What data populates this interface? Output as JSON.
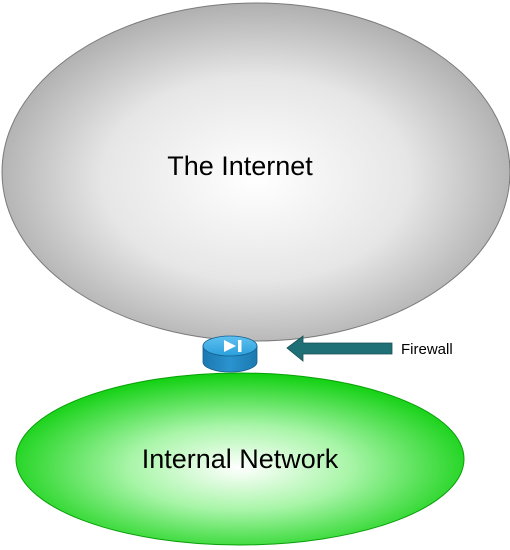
{
  "diagram": {
    "internet": {
      "label": "The Internet",
      "color_edge": "#9a9a9a",
      "color_center": "#ffffff"
    },
    "internal_network": {
      "label": "Internal Network",
      "color_edge": "#00d200",
      "color_center": "#ffffff"
    },
    "firewall": {
      "label": "Firewall",
      "icon": "firewall-icon",
      "icon_color": "#1f8bc8",
      "arrow_color": "#1f6f76"
    }
  }
}
